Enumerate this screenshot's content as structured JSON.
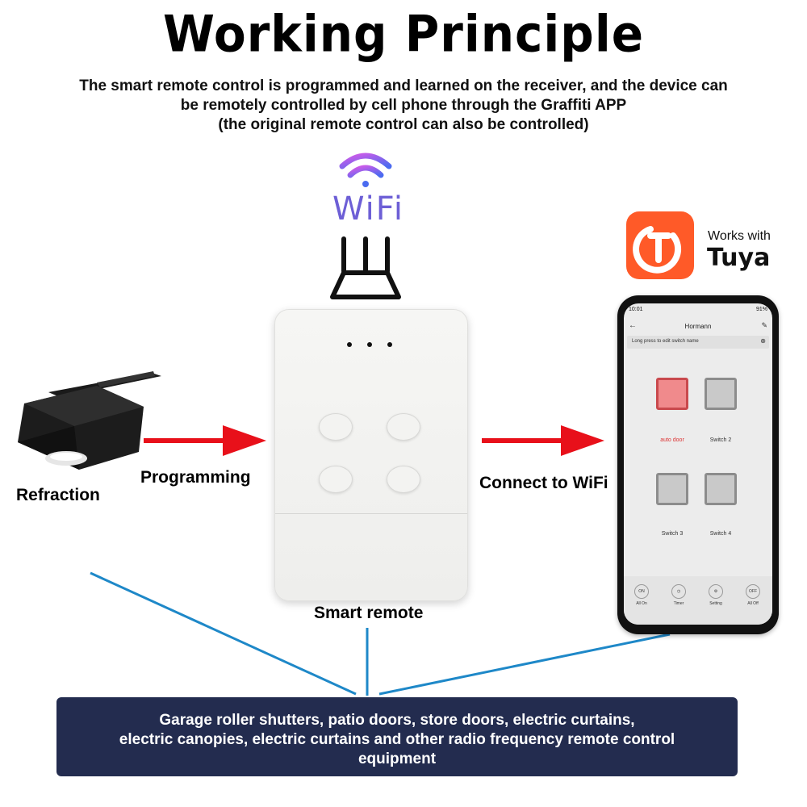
{
  "header": {
    "title": "Working Principle",
    "line1": "The smart remote control is programmed and learned on the receiver, and the device can",
    "line2": "be remotely controlled by cell phone through the Graffiti APP",
    "line3": "(the original remote control can also be controlled)"
  },
  "wifi": {
    "label": "WiFi"
  },
  "tuya": {
    "works_with": "Works with",
    "name": "Tuya"
  },
  "flow": {
    "source_label": "Refraction",
    "programming_label": "Programming",
    "device_label": "Smart remote",
    "connect_label": "Connect to WiFi"
  },
  "phone": {
    "time": "10:01",
    "battery": "91%",
    "app_title": "Hormann",
    "hint": "Long press to edit switch name",
    "switches": [
      "auto door",
      "Switch 2",
      "Switch 3",
      "Switch 4"
    ],
    "bottom_buttons": [
      {
        "icon": "ON",
        "label": "All On"
      },
      {
        "icon": "timer-icon",
        "label": "Timer"
      },
      {
        "icon": "gear-icon",
        "label": "Setting"
      },
      {
        "icon": "OFF",
        "label": "All Off"
      }
    ]
  },
  "footer": {
    "line1": "Garage roller shutters, patio doors, store doors, electric curtains,",
    "line2": "electric canopies, electric curtains and other radio frequency remote control",
    "line3": "equipment"
  },
  "colors": {
    "arrow": "#e8101a",
    "connector": "#1e88c8",
    "footer_bg": "#232c4f",
    "tuya_orange": "#ff5a28",
    "wifi_purple": "#6d5fd6"
  }
}
